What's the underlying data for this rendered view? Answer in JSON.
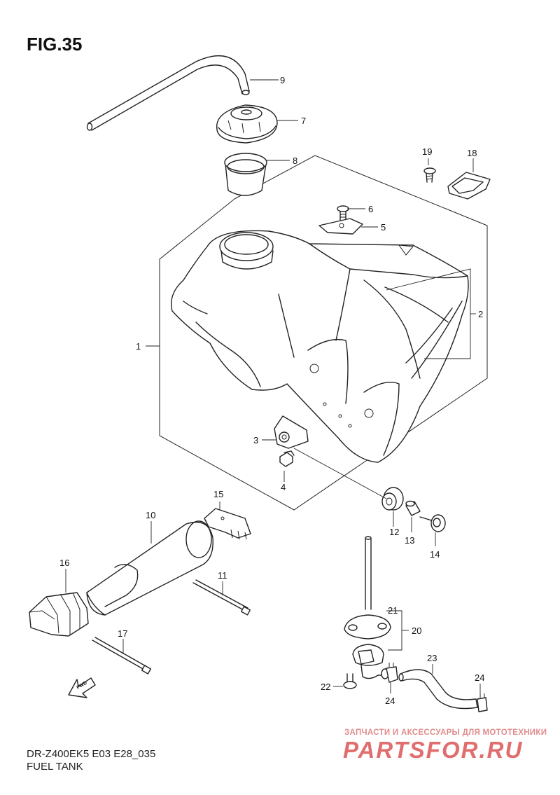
{
  "header": {
    "figure_label": "FIG.35"
  },
  "footer": {
    "model_code": "DR-Z400EK5 E03 E28_035",
    "section_name": "FUEL TANK"
  },
  "direction_arrow": {
    "label": "FWD",
    "icon": "forward-arrow-icon"
  },
  "watermark": {
    "subtitle": "ЗАПЧАСТИ И АКСЕССУАРЫ ДЛЯ МОТОТЕХНИКИ",
    "logo_text": "PARTSFOR.RU",
    "color": "#e16e6e"
  },
  "callouts": {
    "c1": "1",
    "c2": "2",
    "c3": "3",
    "c4": "4",
    "c5": "5",
    "c6": "6",
    "c7": "7",
    "c8": "8",
    "c9": "9",
    "c10": "10",
    "c11": "11",
    "c12": "12",
    "c13": "13",
    "c14": "14",
    "c15": "15",
    "c16": "16",
    "c17": "17",
    "c18": "18",
    "c19": "19",
    "c20": "20",
    "c21": "21",
    "c22": "22",
    "c23": "23",
    "c24a": "24",
    "c24b": "24"
  }
}
